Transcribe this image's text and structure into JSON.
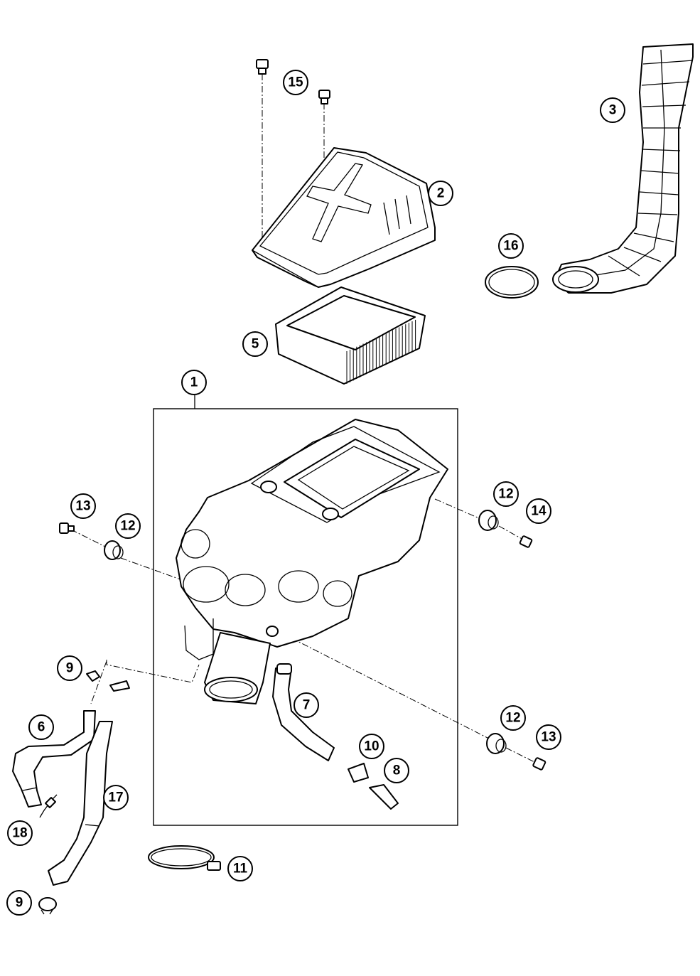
{
  "callouts": [
    {
      "id": "c15",
      "label": "15"
    },
    {
      "id": "c3",
      "label": "3"
    },
    {
      "id": "c2",
      "label": "2"
    },
    {
      "id": "c16",
      "label": "16"
    },
    {
      "id": "c5",
      "label": "5"
    },
    {
      "id": "c1",
      "label": "1"
    },
    {
      "id": "c12a",
      "label": "12"
    },
    {
      "id": "c14",
      "label": "14"
    },
    {
      "id": "c13a",
      "label": "13"
    },
    {
      "id": "c12b",
      "label": "12"
    },
    {
      "id": "c9a",
      "label": "9"
    },
    {
      "id": "c7",
      "label": "7"
    },
    {
      "id": "c6",
      "label": "6"
    },
    {
      "id": "c10",
      "label": "10"
    },
    {
      "id": "c12c",
      "label": "12"
    },
    {
      "id": "c13b",
      "label": "13"
    },
    {
      "id": "c8",
      "label": "8"
    },
    {
      "id": "c17",
      "label": "17"
    },
    {
      "id": "c18",
      "label": "18"
    },
    {
      "id": "c11",
      "label": "11"
    },
    {
      "id": "c9b",
      "label": "9"
    }
  ]
}
